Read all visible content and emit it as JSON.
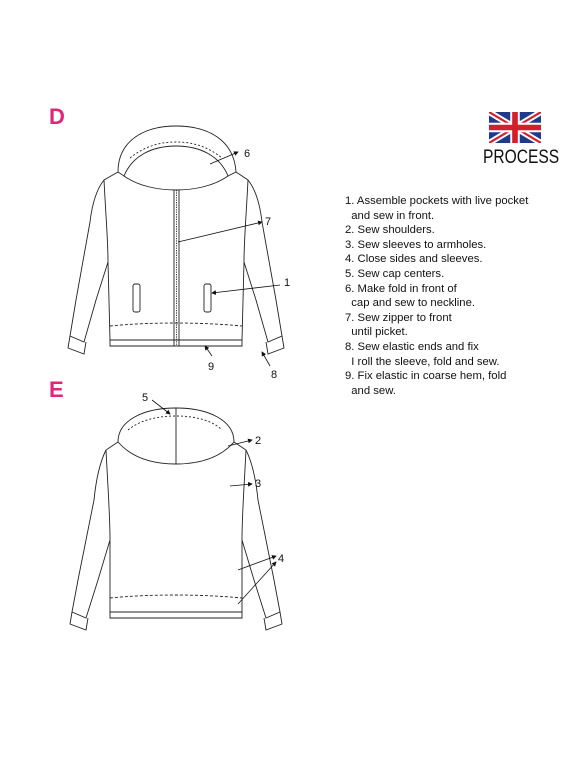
{
  "sections": {
    "front_label": "D",
    "back_label": "E"
  },
  "brand": {
    "flag_icon": "uk-flag-icon",
    "process_title": "PROCESS",
    "flag_colors": {
      "blue": "#1f3a8a",
      "red": "#d21f2e",
      "white": "#ffffff"
    }
  },
  "steps": [
    "1. Assemble pockets with live pocket",
    "  and sew in front.",
    "2. Sew shoulders.",
    "3. Sew sleeves to armholes.",
    "4. Close sides and sleeves.",
    "5. Sew cap centers.",
    "6. Make fold in front of",
    "  cap and sew to neckline.",
    "7. Sew zipper to front",
    "  until picket.",
    "8. Sew elastic ends and fix",
    "  I roll the sleeve, fold and sew.",
    "9. Fix elastic in coarse hem, fold",
    "  and sew."
  ],
  "front_callouts": {
    "c6": "6",
    "c7": "7",
    "c1": "1",
    "c9": "9",
    "c8": "8"
  },
  "back_callouts": {
    "c5": "5",
    "c2": "2",
    "c3": "3",
    "c4": "4"
  },
  "accent_color": "#e0267a"
}
